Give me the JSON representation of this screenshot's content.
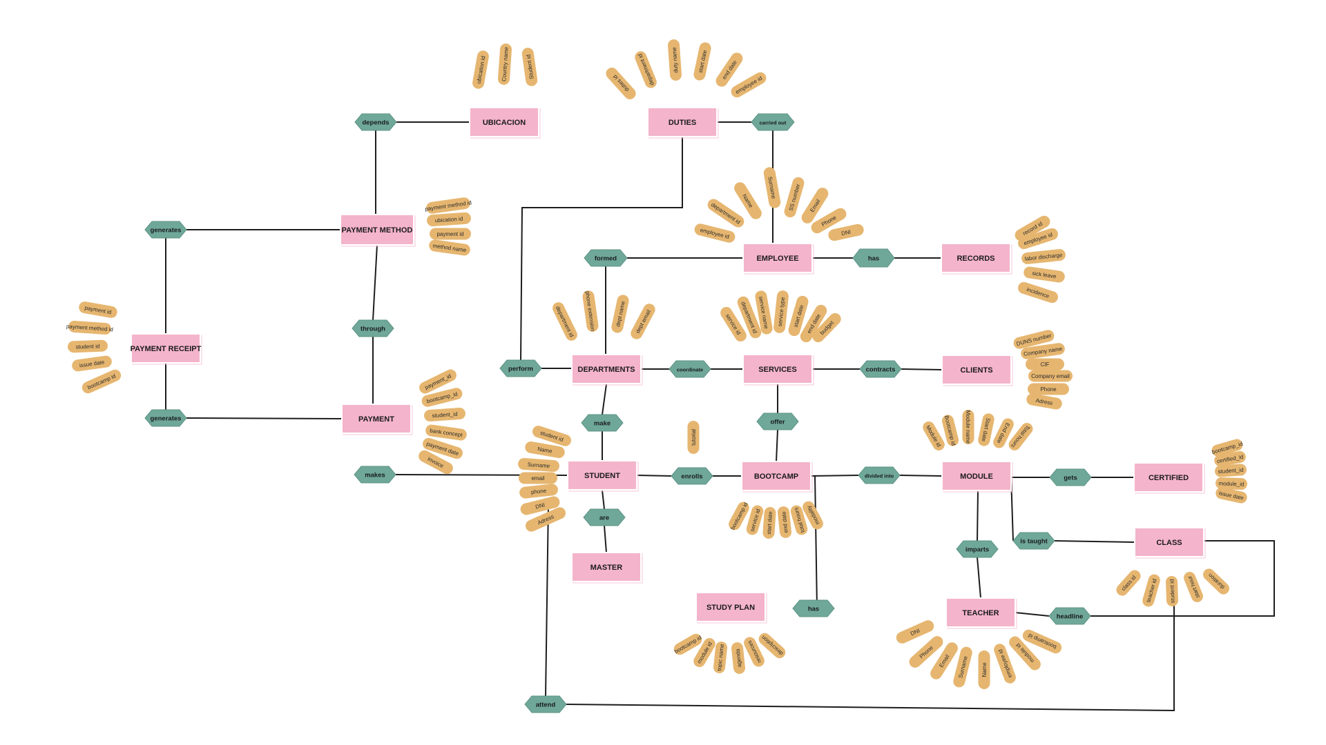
{
  "entities": [
    {
      "id": "ubicacion",
      "label": "UBICACION"
    },
    {
      "id": "duties",
      "label": "DUTIES"
    },
    {
      "id": "payment_method",
      "label": "PAYMENT METHOD"
    },
    {
      "id": "employee",
      "label": "EMPLOYEE"
    },
    {
      "id": "records",
      "label": "RECORDS"
    },
    {
      "id": "payment_receipt",
      "label": "PAYMENT RECEIPT"
    },
    {
      "id": "departments",
      "label": "DEPARTMENTS"
    },
    {
      "id": "services",
      "label": "SERVICES"
    },
    {
      "id": "clients",
      "label": "CLIENTS"
    },
    {
      "id": "payment",
      "label": "PAYMENT"
    },
    {
      "id": "student",
      "label": "STUDENT"
    },
    {
      "id": "bootcamp",
      "label": "BOOTCAMP"
    },
    {
      "id": "module",
      "label": "MODULE"
    },
    {
      "id": "certified",
      "label": "CERTIFIED"
    },
    {
      "id": "class",
      "label": "CLASS"
    },
    {
      "id": "master",
      "label": "MASTER"
    },
    {
      "id": "study_plan",
      "label": "STUDY PLAN"
    },
    {
      "id": "teacher",
      "label": "TEACHER"
    }
  ],
  "relationships": [
    {
      "id": "depends",
      "label": "depends"
    },
    {
      "id": "carried_out",
      "label": "carried out"
    },
    {
      "id": "generates_1",
      "label": "generates"
    },
    {
      "id": "formed",
      "label": "formed"
    },
    {
      "id": "has_records",
      "label": "has"
    },
    {
      "id": "through",
      "label": "through"
    },
    {
      "id": "perform",
      "label": "perform"
    },
    {
      "id": "coordinate",
      "label": "coordinate"
    },
    {
      "id": "contracts",
      "label": "contracts"
    },
    {
      "id": "generates_2",
      "label": "generates"
    },
    {
      "id": "make",
      "label": "make"
    },
    {
      "id": "offer",
      "label": "offer"
    },
    {
      "id": "makes",
      "label": "makes"
    },
    {
      "id": "enrolls",
      "label": "enrolls"
    },
    {
      "id": "divided_into",
      "label": "divided into"
    },
    {
      "id": "gets",
      "label": "gets"
    },
    {
      "id": "are",
      "label": "are"
    },
    {
      "id": "is_taught",
      "label": "is taught"
    },
    {
      "id": "imparts",
      "label": "imparts"
    },
    {
      "id": "has_plan",
      "label": "has"
    },
    {
      "id": "headline",
      "label": "headline"
    },
    {
      "id": "attend",
      "label": "attend"
    }
  ],
  "attributes": {
    "ubicacion": [
      "ubication id",
      "Country name",
      "Student id"
    ],
    "duties": [
      "duties id",
      "department id",
      "duty name",
      "start date",
      "end date",
      "employee id"
    ],
    "payment_method": [
      "payment method id",
      "ubication id",
      "payment id",
      "method name"
    ],
    "employee": [
      "employee id",
      "department id",
      "Name",
      "Surname",
      "SS number",
      "Email",
      "Phone",
      "DNI"
    ],
    "records": [
      "record id",
      "employee id",
      "labor discharge",
      "sick leave",
      "incidence"
    ],
    "payment_receipt": [
      "payment id",
      "payment method id",
      "student id",
      "issue date",
      "bootcamp id"
    ],
    "departments": [
      "department id",
      "phone extension",
      "dept name",
      "dept email"
    ],
    "services": [
      "service id",
      "department id",
      "service name",
      "service type",
      "start date",
      "end date",
      "budget"
    ],
    "clients": [
      "DUNS number",
      "Company name",
      "CIF",
      "Company email",
      "Phone",
      "Adress"
    ],
    "payment": [
      "payment_id",
      "bootcamp_id",
      "student_id",
      "bank concept",
      "payment date",
      "invoice"
    ],
    "student": [
      "student id",
      "Name",
      "Surname",
      "email",
      "phone",
      "DNI",
      "Adress"
    ],
    "enrolls": [
      "tutorial"
    ],
    "bootcamp": [
      "bootcamp id",
      "service id",
      "start date",
      "end date",
      "total hours",
      "modality"
    ],
    "module": [
      "Module id",
      "Bootcamp id",
      "Module name",
      "Start date",
      "End date",
      "Total hours"
    ],
    "certified": [
      "bootcamp_id",
      "certified_id",
      "student_id",
      "module_id",
      "issue date"
    ],
    "class": [
      "class id",
      "teacher id",
      "student id",
      "start hour",
      "duration"
    ],
    "study_plan": [
      "bootcamp id",
      "module id",
      "topic name",
      "agenda",
      "resources",
      "description"
    ],
    "teacher": [
      "DNI",
      "Phone",
      "Email",
      "Surname",
      "Name",
      "employee id",
      "module id",
      "bootcamp id"
    ]
  },
  "colors": {
    "entity": "#f4b4cb",
    "relationship": "#6fa899",
    "attribute": "#e6b670",
    "line": "#1c1c1c"
  }
}
